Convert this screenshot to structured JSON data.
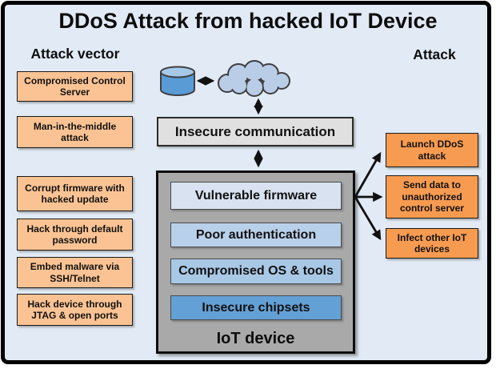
{
  "title": "DDoS Attack from hacked IoT Device",
  "headers": {
    "left": "Attack vector",
    "right": "Attack"
  },
  "attack_vectors": [
    {
      "label": "Compromised Control Server"
    },
    {
      "label": "Man-in-the-middle attack"
    },
    {
      "label": "Corrupt firmware with hacked update"
    },
    {
      "label": "Hack through default password"
    },
    {
      "label": "Embed malware via SSH/Telnet"
    },
    {
      "label": "Hack device through JTAG & open ports"
    }
  ],
  "network": {
    "insecure_communication": "Insecure communication"
  },
  "iot_device": {
    "label": "IoT device",
    "vulnerabilities": [
      {
        "label": "Vulnerable firmware"
      },
      {
        "label": "Poor authentication"
      },
      {
        "label": "Compromised OS & tools"
      },
      {
        "label": "Insecure chipsets"
      }
    ]
  },
  "attacks": [
    {
      "label": "Launch DDoS attack"
    },
    {
      "label": "Send data to unauthorized control server"
    },
    {
      "label": "Infect other IoT devices"
    }
  ],
  "colors": {
    "background": "#e1eaf5",
    "frame_border": "#000000",
    "attack_vector_box": "#fbc393",
    "attack_box": "#f79b51",
    "insecure_communication_box": "#e0e0e0",
    "iot_device_box": "#a9a9a9",
    "vulnerable_firmware_box": "#d8e2f0",
    "poor_authentication_box": "#b9d0ea",
    "compromised_os_box": "#a9c8e6",
    "insecure_chipsets_box": "#63a0d6",
    "database_icon": "#589bd5",
    "cloud_icon": "#b9cde7",
    "arrow": "#111111"
  }
}
